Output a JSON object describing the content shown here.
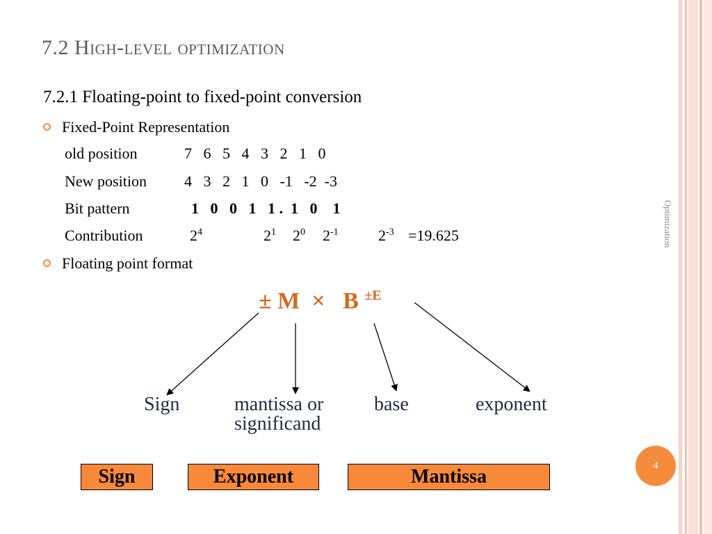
{
  "slide": {
    "title": "7.2 High-level optimization",
    "subtitle": "7.2.1 Floating-point to fixed-point conversion",
    "side_label": "Optimization",
    "page_number": "4"
  },
  "bullets": {
    "fixed_point": "Fixed-Point Representation",
    "floating_point": "Floating point format"
  },
  "table": {
    "old_position": {
      "label": "old position",
      "values": "7   6   5   4   3   2   1   0"
    },
    "new_position": {
      "label": "New position",
      "values": "4   3   2   1   0   -1   -2  -3"
    },
    "bit_pattern": {
      "label": "Bit pattern",
      "values": "1   0   0   1   1 .  1   0    1"
    },
    "contribution": {
      "label": "Contribution",
      "b1": "2",
      "e1": "4",
      "b2": "2",
      "e2": "1",
      "b3": "2",
      "e3": "0",
      "b4": "2",
      "e4": "-1",
      "b5": "2",
      "e5": "-3",
      "result": "=19.625"
    }
  },
  "formula": {
    "main": "± M  ×   B ",
    "exp": "±E"
  },
  "labels": {
    "sign": "Sign",
    "mantissa_line1": "mantissa or",
    "mantissa_line2": "significand",
    "base": "base",
    "exponent": "exponent"
  },
  "boxes": {
    "sign": "Sign",
    "exponent": "Exponent",
    "mantissa": "Mantissa",
    "fill_color": "#f9893a"
  },
  "colors": {
    "accent": "#f58c3c",
    "formula": "#d0691f",
    "title": "#5a5a5a",
    "label": "#1f2a44"
  }
}
